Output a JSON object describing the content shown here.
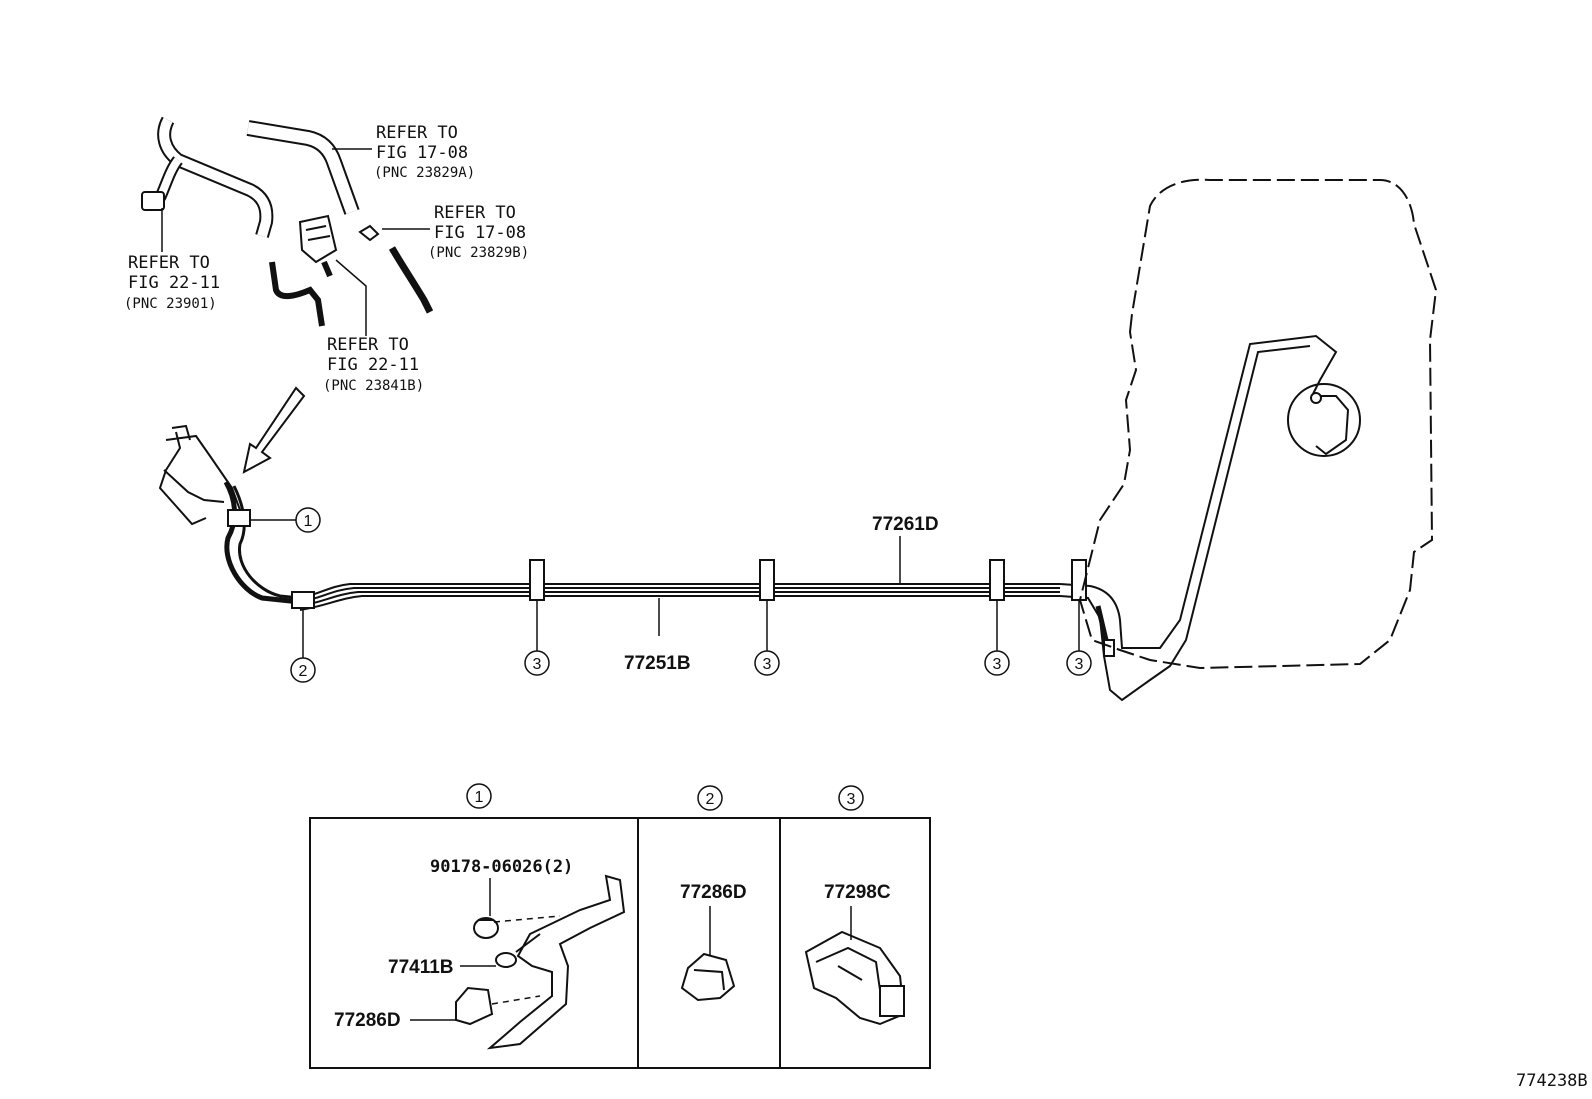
{
  "refs": {
    "fig_17_08_a": {
      "line1": "REFER TO",
      "line2": "FIG 17-08",
      "line3": "(PNC 23829A)"
    },
    "fig_17_08_b": {
      "line1": "REFER TO",
      "line2": "FIG 17-08",
      "line3": "(PNC 23829B)"
    },
    "fig_22_11_a": {
      "line1": "REFER TO",
      "line2": "FIG 22-11",
      "line3": "(PNC 23901)"
    },
    "fig_22_11_b": {
      "line1": "REFER TO",
      "line2": "FIG 22-11",
      "line3": "(PNC 23841B)"
    }
  },
  "callouts": {
    "one": "1",
    "two": "2",
    "three": "3"
  },
  "parts": {
    "fuel_tube_main": "77261D",
    "fuel_tube_return": "77251B",
    "bolt": "90178-06026(2)",
    "bracket": "77411B",
    "clamp_a": "77286D",
    "clamp_b": "77286D",
    "clamp_c": "77298C"
  },
  "figure_id": "774238B"
}
